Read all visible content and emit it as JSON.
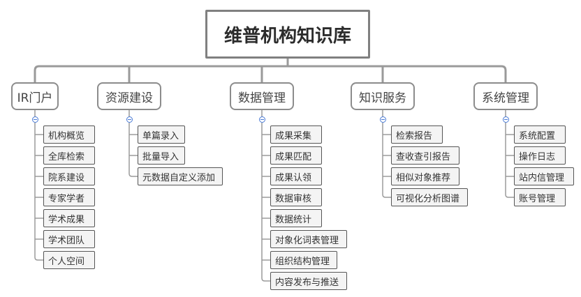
{
  "root": {
    "label": "维普机构知识库"
  },
  "branches": [
    {
      "label": "IR门户",
      "children": [
        "机构概览",
        "全库检索",
        "院系建设",
        "专家学者",
        "学术成果",
        "学术团队",
        "个人空间"
      ]
    },
    {
      "label": "资源建设",
      "children": [
        "单篇录入",
        "批量导入",
        "元数据自定义添加"
      ]
    },
    {
      "label": "数据管理",
      "children": [
        "成果采集",
        "成果匹配",
        "成果认领",
        "数据审核",
        "数据统计",
        "对象化词表管理",
        "组织结构管理",
        "内容发布与推送"
      ]
    },
    {
      "label": "知识服务",
      "children": [
        "检索报告",
        "查收查引报告",
        "相似对象推荐",
        "可视化分析图谱"
      ]
    },
    {
      "label": "系统管理",
      "children": [
        "系统配置",
        "操作日志",
        "站内信管理",
        "账号管理"
      ]
    }
  ],
  "colors": {
    "line": "#9a9a9a",
    "collapse_icon": "#4a7bd6"
  }
}
